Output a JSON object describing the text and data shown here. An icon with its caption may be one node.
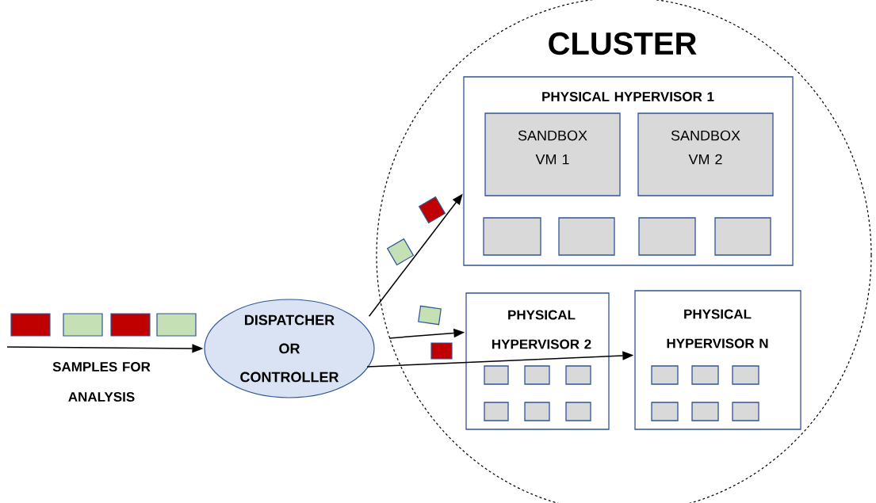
{
  "diagram": {
    "nodes": [
      {
        "text": [
          "CLUSTER"
        ]
      },
      {
        "text": [
          "PHYSICAL HYPERVISOR 1"
        ],
        "in": 0
      },
      {
        "text": [
          "SANDBOX VM 1"
        ],
        "in": 1
      },
      {
        "text": [
          "SANDBOX VM 2"
        ],
        "in": 1
      },
      {
        "text": [],
        "shape": "box",
        "in": 1
      },
      {
        "text": [],
        "shape": "box",
        "in": 1
      },
      {
        "text": [],
        "shape": "box",
        "in": 1
      },
      {
        "text": [],
        "shape": "box",
        "in": 1
      },
      {
        "text": [
          "PHYSICAL HYPERVISOR 2"
        ],
        "in": 0
      },
      {
        "text": [],
        "shape": "box",
        "in": 8
      },
      {
        "text": [],
        "shape": "box",
        "in": 8
      },
      {
        "text": [],
        "shape": "box",
        "in": 8
      },
      {
        "text": [],
        "shape": "box",
        "in": 8
      },
      {
        "text": [],
        "shape": "box",
        "in": 8
      },
      {
        "text": [],
        "shape": "box",
        "in": 8
      },
      {
        "text": [
          "PHYSICAL HYPERVISOR N"
        ],
        "in": 0
      },
      {
        "text": [],
        "shape": "box",
        "in": 15
      },
      {
        "text": [],
        "shape": "box",
        "in": 15
      },
      {
        "text": [],
        "shape": "box",
        "in": 15
      },
      {
        "text": [],
        "shape": "box",
        "in": 15
      },
      {
        "text": [],
        "shape": "box",
        "in": 15
      },
      {
        "text": [],
        "shape": "box",
        "in": 15
      },
      {
        "text": [
          "DISPATCHER OR CONTROLLER"
        ]
      }
    ],
    "edges": [
      {
        "from": null,
        "to": 22,
        "arrow": "to",
        "label": "SAMPLES FOR ANALYSIS"
      },
      {
        "from": 22,
        "to": 1,
        "arrow": "to"
      },
      {
        "from": 22,
        "to": 8,
        "arrow": "to"
      },
      {
        "from": 22,
        "to": 15,
        "arrow": "to"
      }
    ]
  }
}
